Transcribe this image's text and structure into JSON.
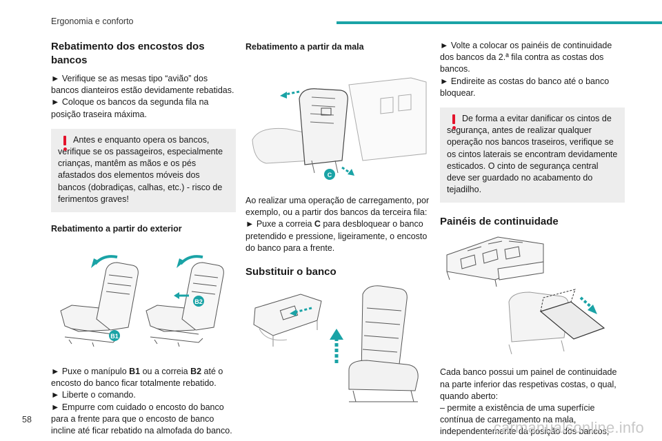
{
  "header": {
    "title": "Ergonomia e conforto"
  },
  "page_number": "58",
  "watermark": "carmanualsonline.info",
  "col1": {
    "heading": "Rebatimento dos encostos dos bancos",
    "p1": "► Verifique se as mesas tipo “avião” dos bancos dianteiros estão devidamente rebatidas.",
    "p2": "► Coloque os bancos da segunda fila na posição traseira máxima.",
    "warning": "Antes e enquanto opera os bancos, verifique se os passageiros, especialmente crianças, mantêm as mãos e os pés afastados dos elementos móveis dos bancos (dobradiças, calhas, etc.) - risco de ferimentos graves!",
    "subheading": "Rebatimento a partir do exterior",
    "label_b1": "B1",
    "label_b2": "B2",
    "p3_pre": "► Puxe o manípulo ",
    "p3_b1": "B1",
    "p3_mid": " ou a correia ",
    "p3_b2": "B2",
    "p3_post": " até o encosto do banco ficar totalmente rebatido.",
    "p4": "► Liberte o comando.",
    "p5": "► Empurre com cuidado o encosto do banco para a frente para que o encosto de banco incline até ficar rebatido na almofada do banco."
  },
  "col2": {
    "subheading": "Rebatimento a partir da mala",
    "label_c": "C",
    "p1": "Ao realizar uma operação de carregamento, por exemplo, ou a partir dos bancos da terceira fila:",
    "p2_pre": "► Puxe a correia ",
    "p2_c": "C",
    "p2_post": " para desbloquear o banco pretendido e pressione, ligeiramente, o encosto do banco para a frente.",
    "heading": "Substituir o banco"
  },
  "col3": {
    "p1": "► Volte a colocar os painéis de continuidade dos bancos da 2.ª fila contra as costas dos bancos.",
    "p2": "► Endireite as costas do banco até o banco bloquear.",
    "warning": "De forma a evitar danificar os cintos de segurança, antes de realizar qualquer operação nos bancos traseiros, verifique se os cintos laterais se encontram devidamente esticados. O cinto de segurança central deve ser guardado no acabamento do tejadilho.",
    "heading": "Painéis de continuidade",
    "p3": "Cada banco possui um painel de continuidade na parte inferior das respetivas costas, o qual, quando aberto:",
    "p4": "– permite a existência de uma superfície contínua de carregamento na mala, independentemente da posição dos bancos,"
  },
  "colors": {
    "accent": "#1aa3a6",
    "warning": "#e3132b",
    "panel": "#ededed"
  }
}
